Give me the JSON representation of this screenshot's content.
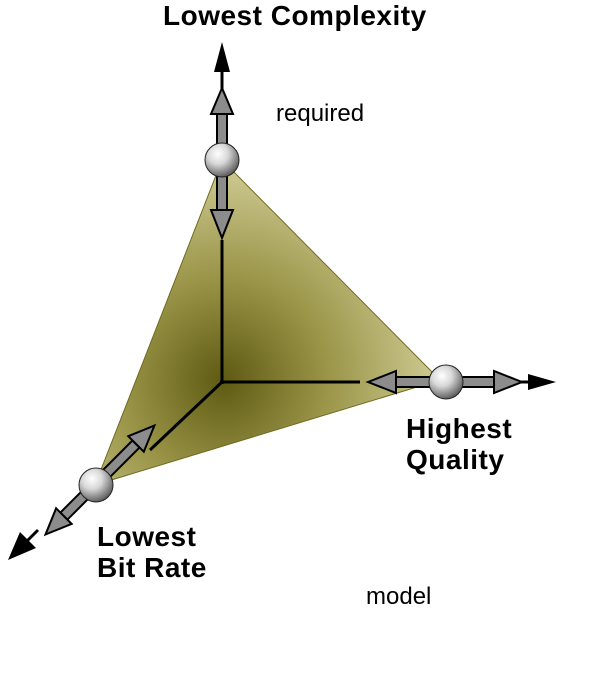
{
  "labels": {
    "top_axis": "Lowest Complexity",
    "right_axis_line1": "Highest",
    "right_axis_line2": "Quality",
    "left_axis_line1": "Lowest",
    "left_axis_line2": "Bit Rate",
    "note_top": "required",
    "note_bottom": "model"
  },
  "colors": {
    "plane_fill": "#c9c48a",
    "plane_shade": "#6f6b1e",
    "axis": "#000000",
    "arrow_fill": "#8c8c8c",
    "arrow_stroke": "#000000",
    "sphere_highlight": "#ffffff",
    "sphere_shadow": "#5a5a5a"
  }
}
